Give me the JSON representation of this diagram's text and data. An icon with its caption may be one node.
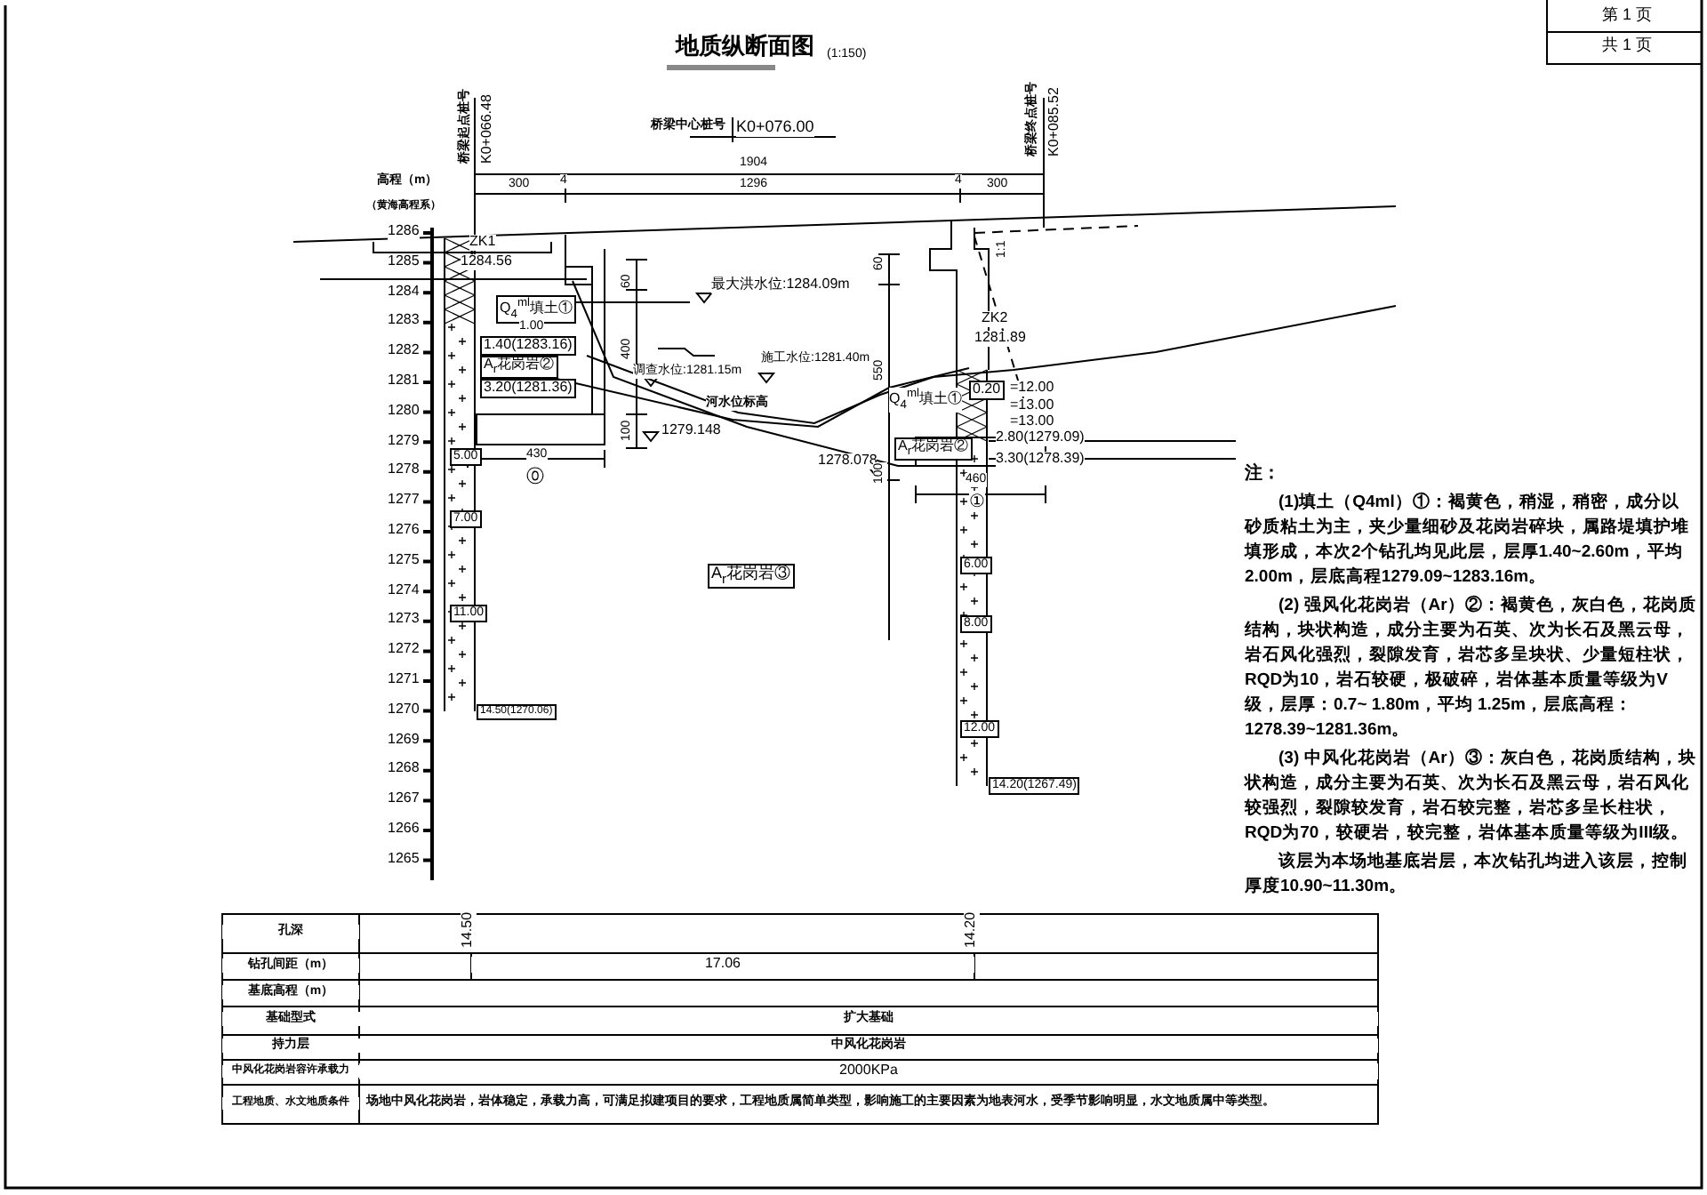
{
  "diagram": {
    "title": "地质纵断面图",
    "labels": [
      "(1:150)",
      "桥梁起点桩号",
      "K0+066.48",
      "桥梁中心桩号",
      "K0+076.00",
      "桥梁终点桩号",
      "K0+085.52",
      "1904",
      "300",
      "4",
      "1296",
      "4",
      "300",
      "高程（m）",
      "（黄海高程系）",
      "1286",
      "1285",
      "1284",
      "1283",
      "1282",
      "1281",
      "1280",
      "1279",
      "1278",
      "1277",
      "1276",
      "1275",
      "1274",
      "1273",
      "1272",
      "1271",
      "1270",
      "1269",
      "1268",
      "1267",
      "1266",
      "1265",
      "ZK1",
      "1284.56",
      "60",
      "60",
      "1:1",
      "最大洪水位:1284.09m",
      "ZK2",
      "1281.89",
      "Q$_{4}$$^{ml}$填土①",
      "1.00",
      "1.40(1283.16)",
      "A$_{r}$花岗岩②",
      "400",
      "3.20(1281.36)",
      "调查水位:1281.15m",
      "施工水位:1281.40m",
      "550",
      "河水位标高",
      "100",
      "1279.148",
      "430",
      "⓪",
      "5.00",
      "1278.078",
      "100",
      "Q$_{4}$$^{ml}$填土①",
      "0.20",
      "=12.00",
      "=13.00",
      "=13.00",
      "2.80(1279.09)",
      "A$_{r}$花岗岩②",
      "3.30(1278.39)",
      "460",
      "①",
      "7.00",
      "6.00",
      "A$_{r}$花岗岩③",
      "11.00",
      "8.00",
      "14.50(1270.06)",
      "12.00",
      "14.20(1267.49)",
      "注：",
      "(1)填土（Q4ml）①：褐黄色，稍湿，稍密，成分以砂质粘土为主，夹少量细砂及花岗岩碎块，属路堤填护堆填形成，本次2个钻孔均见此层，层厚1.40~2.60m，平均2.00m，层底高程1279.09~1283.16m。",
      "(2) 强风化花岗岩（Ar）②：褐黄色，灰白色，花岗质结构，块状构造，成分主要为石英、次为长石及黑云母，岩石风化强烈，裂隙发育，岩芯多呈块状、少量短柱状，RQD为10，岩石较硬，极破碎，岩体基本质量等级为V级，层厚：0.7~ 1.80m，平均 1.25m，层底高程：1278.39~1281.36m。",
      "(3) 中风化花岗岩（Ar）③：灰白色，花岗质结构，块状构造，成分主要为石英、次为长石及黑云母，岩石风化较强烈，裂隙较发育，岩石较完整，岩芯多呈长柱状，RQD为70，较硬岩，较完整，岩体基本质量等级为III级。",
      "该层为本场地基底岩层，本次钻孔均进入该层，控制厚度10.90~11.30m。",
      "孔深",
      "14.50",
      "14.20",
      "钻孔间距（m）",
      "17.06",
      "基底高程（m）",
      "基础型式",
      "扩大基础",
      "持力层",
      "中风化花岗岩",
      "中风化花岗岩容许承载力",
      "2000KPa",
      "工程地质、水文地质条件",
      "场地中风化花岗岩，岩体稳定，承载力高，可满足拟建项目的要求，工程地质属简单类型，影响施工的主要因素为地表河水，受季节影响明显，水文地质属中等类型。",
      "第 1 页",
      "共 1 页"
    ]
  }
}
